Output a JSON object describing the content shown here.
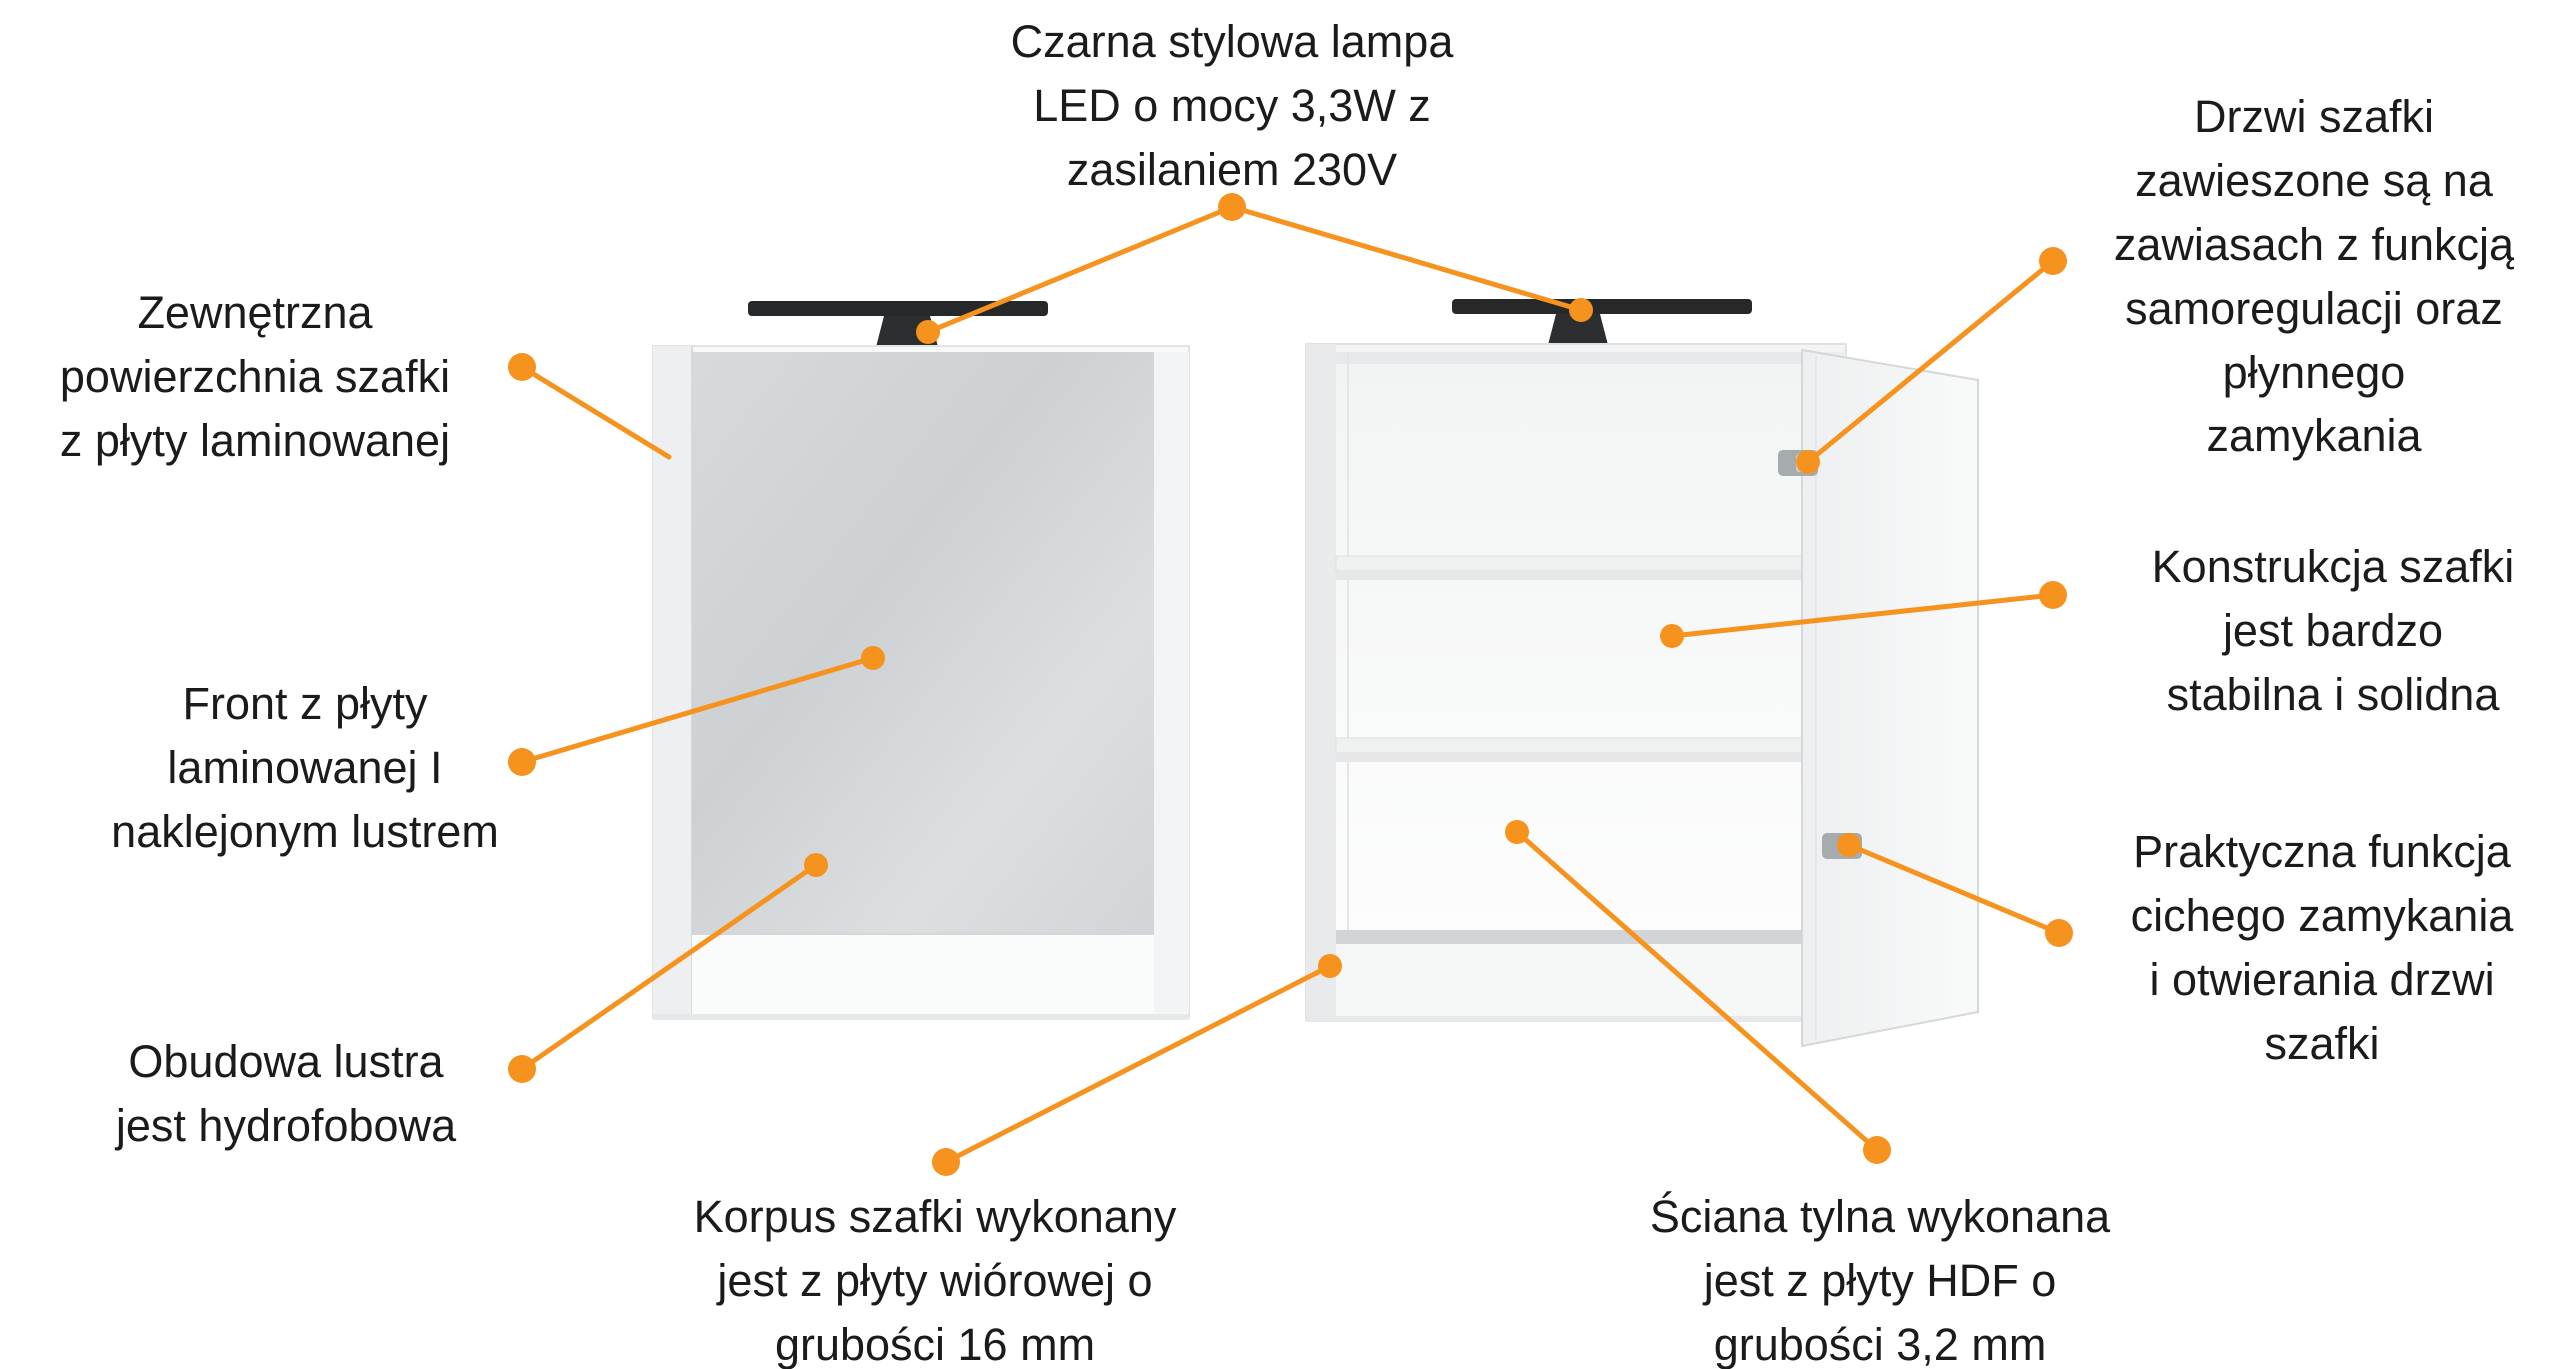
{
  "colors": {
    "accent": "#F6921E",
    "text": "#1B1B1B",
    "background": "#FFFFFF",
    "lamp": "#26282A",
    "mirror": "#D2D5D7"
  },
  "annotations": {
    "lamp": "Czarna stylowa lampa\nLED o mocy 3,3W z\nzasilaniem 230V",
    "outer_surface": "Zewnętrzna\npowierzchnia szafki\nz płyty laminowanej",
    "front": "Front z płyty\nlaminowanej I\nnaklejonym lustrem",
    "mirror_housing": "Obudowa lustra\njest hydrofobowa",
    "body": "Korpus szafki wykonany\njest z płyty wiórowej o\ngrubości 16 mm",
    "back_wall": "Ściana tylna wykonana\njest z płyty HDF o\ngrubości 3,2 mm",
    "hinges": "Drzwi szafki\nzawieszone są na\nzawiasach z funkcją\nsamoregulacji oraz\npłynnego\nzamykania",
    "construction": "Konstrukcja szafki\njest bardzo\nstabilna i solidna",
    "soft_close": "Praktyczna funkcja\ncichego zamykania\ni otwierania drzwi\nszafki"
  }
}
